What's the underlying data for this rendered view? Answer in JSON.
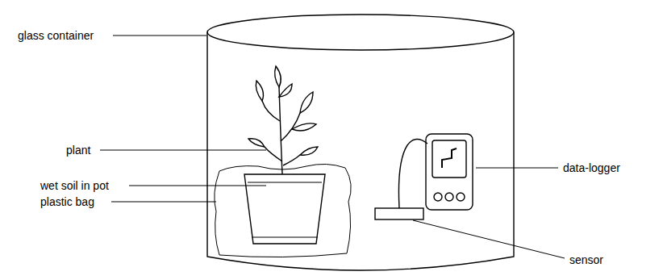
{
  "diagram": {
    "labels": [
      "glass container",
      "plant",
      "wet soil in pot",
      "plastic bag",
      "sensor",
      "data-logger"
    ]
  }
}
